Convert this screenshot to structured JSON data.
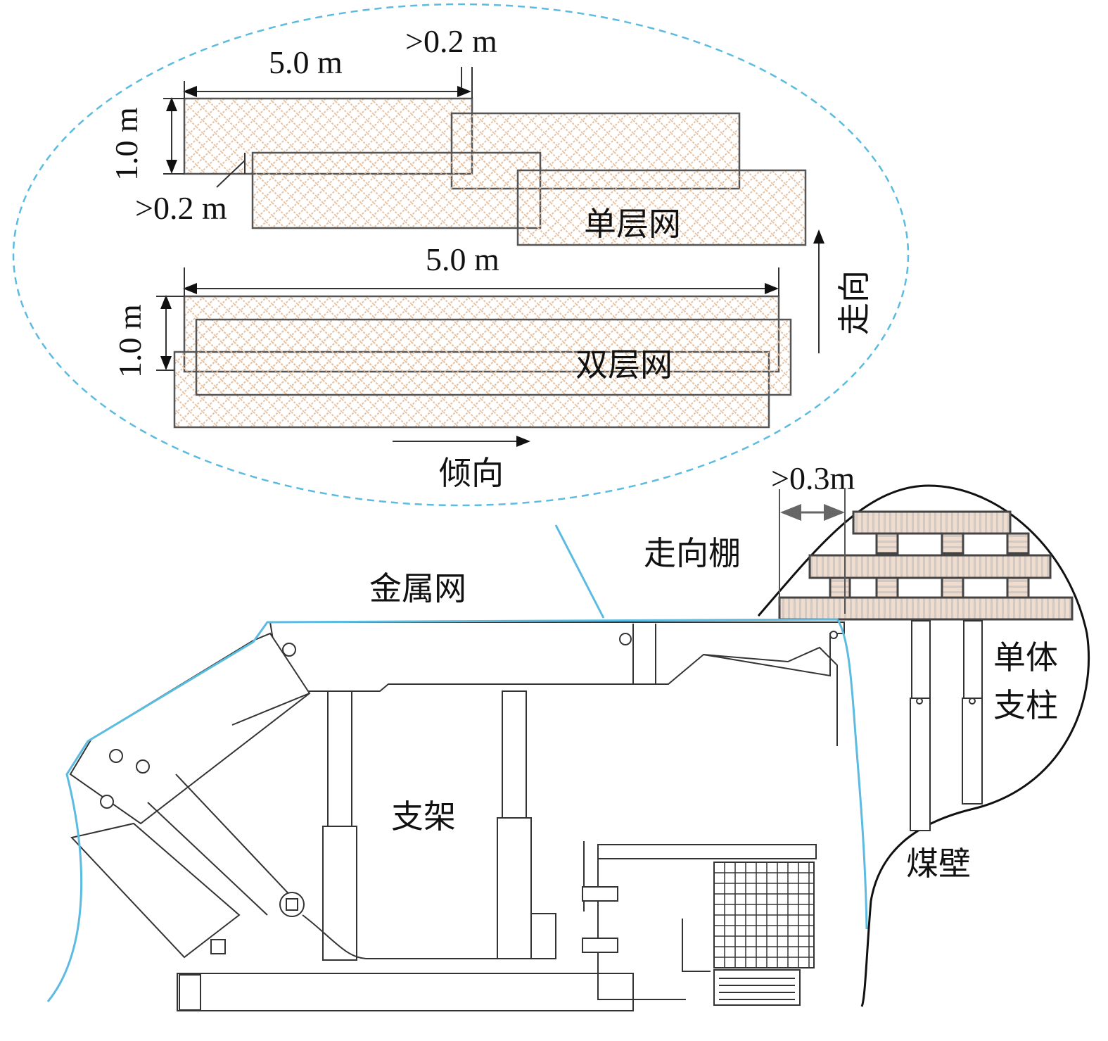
{
  "single_layer": {
    "length_label": "5.0 m",
    "overlap_top_label": ">0.2 m",
    "width_label": "1.0 m",
    "overlap_left_label": ">0.2 m",
    "name": "单层网"
  },
  "double_layer": {
    "length_label": "5.0 m",
    "width_label": "1.0 m",
    "name": "双层网"
  },
  "directions": {
    "strike": "走向",
    "dip": "倾向"
  },
  "lower": {
    "gap_label": ">0.3m",
    "strike_shed": "走向棚",
    "metal_mesh": "金属网",
    "single_prop_line1": "单体",
    "single_prop_line2": "支柱",
    "support": "支架",
    "coal_wall": "煤壁"
  },
  "colors": {
    "ellipse_dash": "#5bbbe0",
    "mesh": "#e6c2a3",
    "metal_mesh_line": "#5bbbe0"
  }
}
